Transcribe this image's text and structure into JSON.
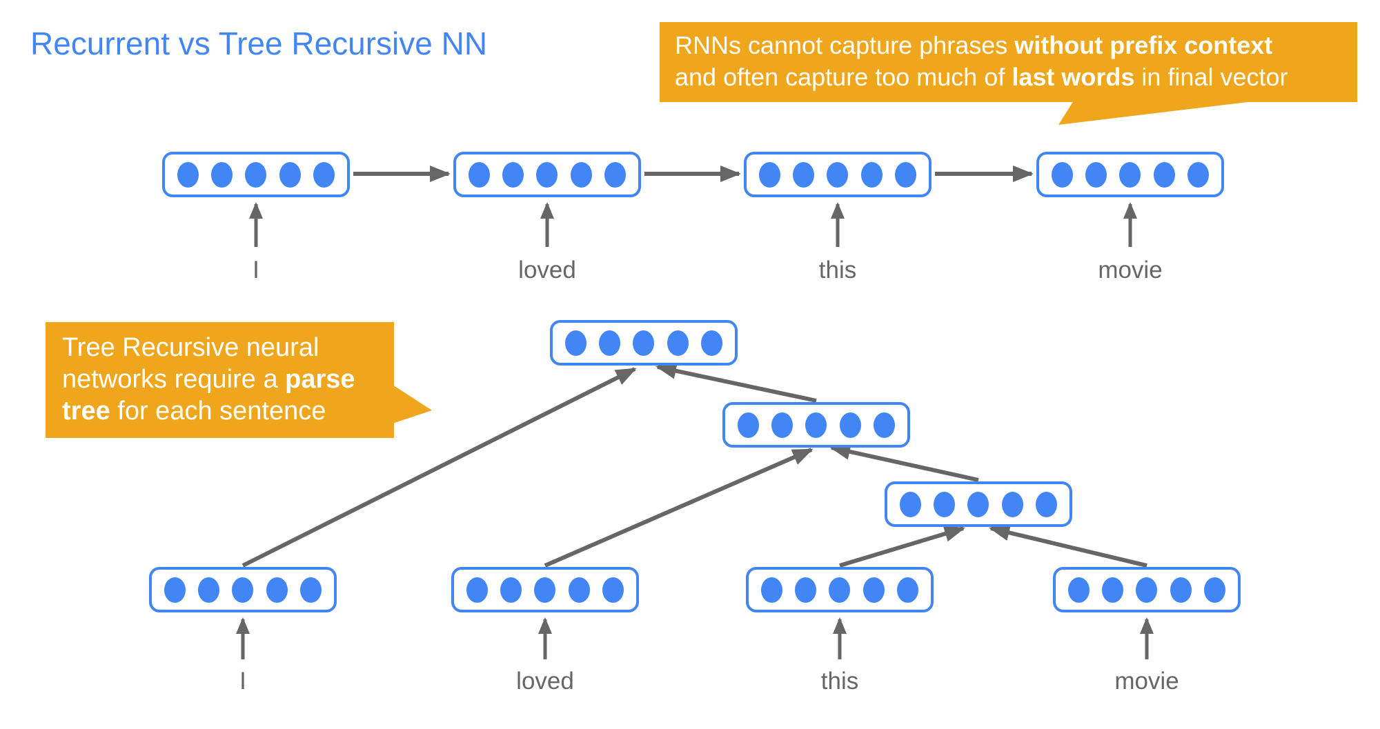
{
  "title": "Recurrent vs Tree Recursive NN",
  "colors": {
    "blue": "#4285F4",
    "gray": "#666666",
    "orange": "#EFA61C",
    "white": "#FFFFFF",
    "background": "#FFFFFF"
  },
  "vector_dot_count": 5,
  "callouts": {
    "rnn": {
      "line1_regular": "RNNs cannot capture phrases ",
      "line1_bold": "without prefix context",
      "line2_regular": "and often capture too much of ",
      "line2_bold": "last words",
      "line2_tail": " in final vector"
    },
    "tree": {
      "line1": "Tree Recursive neural",
      "line2_regular": "networks require a ",
      "line2_bold": "parse",
      "line3_bold": "tree",
      "line3_tail": " for each sentence"
    }
  },
  "rnn": {
    "words": [
      "I",
      "loved",
      "this",
      "movie"
    ]
  },
  "tree": {
    "words": [
      "I",
      "loved",
      "this",
      "movie"
    ]
  }
}
